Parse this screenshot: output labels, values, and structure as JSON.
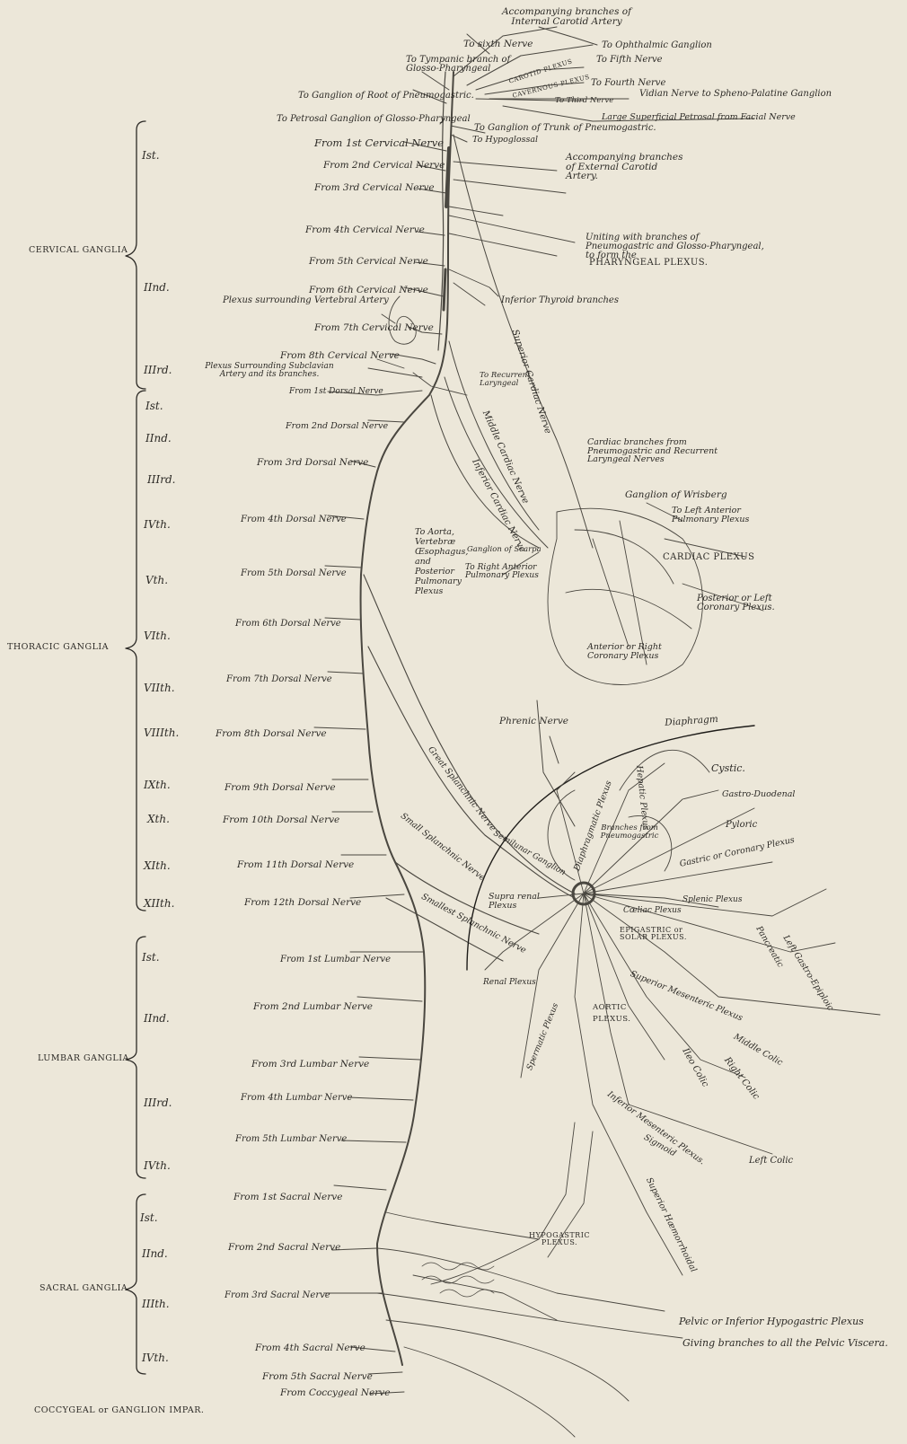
{
  "colors": {
    "paper": "#ece7d9",
    "ink": "#2c2a26",
    "nerve": "#4a4740"
  },
  "groups": {
    "cervical": "CERVICAL GANGLIA",
    "thoracic": "THORACIC GANGLIA",
    "lumbar": "LUMBAR GANGLIA",
    "sacral": "SACRAL GANGLIA",
    "coccygeal": "COCCYGEAL or GANGLION IMPAR."
  },
  "numerals": {
    "c1": "Ist.",
    "c2": "IInd.",
    "c3": "IIIrd.",
    "t1": "Ist.",
    "t2": "IInd.",
    "t3": "IIIrd.",
    "t4": "IVth.",
    "t5": "Vth.",
    "t6": "VIth.",
    "t7": "VIIth.",
    "t8": "VIIIth.",
    "t9": "IXth.",
    "t10": "Xth.",
    "t11": "XIth.",
    "t12": "XIIth.",
    "l1": "Ist.",
    "l2": "IInd.",
    "l3": "IIIrd.",
    "l4": "IVth.",
    "s1": "Ist.",
    "s2": "IInd.",
    "s3": "IIIth.",
    "s4": "IVth."
  },
  "spinal": {
    "c1": "From 1st Cervical Nerve",
    "c2": "From 2nd Cervical Nerve",
    "c3": "From 3rd Cervical Nerve",
    "c4": "From 4th Cervical Nerve",
    "c5": "From 5th Cervical Nerve",
    "c6": "From 6th Cervical Nerve",
    "c7": "From 7th Cervical Nerve",
    "c8": "From 8th Cervical Nerve",
    "d1": "From 1st Dorsal Nerve",
    "d2": "From 2nd Dorsal Nerve",
    "d3": "From 3rd Dorsal Nerve",
    "d4": "From 4th Dorsal Nerve",
    "d5": "From 5th Dorsal Nerve",
    "d6": "From 6th Dorsal Nerve",
    "d7": "From 7th Dorsal Nerve",
    "d8": "From 8th Dorsal Nerve",
    "d9": "From 9th Dorsal Nerve",
    "d10": "From 10th Dorsal Nerve",
    "d11": "From 11th Dorsal Nerve",
    "d12": "From 12th Dorsal Nerve",
    "l1": "From 1st Lumbar Nerve",
    "l2": "From 2nd Lumbar Nerve",
    "l3": "From 3rd Lumbar Nerve",
    "l4": "From 4th Lumbar Nerve",
    "l5": "From 5th Lumbar Nerve",
    "s1": "From 1st Sacral Nerve",
    "s2": "From 2nd Sacral Nerve",
    "s3": "From 3rd Sacral Nerve",
    "s4": "From 4th Sacral Nerve",
    "s5": "From 5th Sacral Nerve",
    "coc": "From Coccygeal Nerve"
  },
  "head": {
    "carotid_int": "Accompanying branches of Internal Carotid Artery",
    "sixth": "To sixth Nerve",
    "tympanic": "To Tympanic branch of Glosso-Pharyngeal",
    "ophthalmic": "To Ophthalmic Ganglion",
    "fifth": "To Fifth Nerve",
    "fourth": "To Fourth Nerve",
    "third": "To Third Nerve",
    "vidian": "Vidian Nerve to Spheno-Palatine Ganglion",
    "petrosal_large": "Large Superficial Petrosal from Facial Nerve",
    "carotid_plexus": "CAROTID PLEXUS",
    "cavernous_plexus": "CAVERNOUS PLEXUS",
    "root_pneumo": "To Ganglion of Root of Pneumogastric.",
    "petrosal_ganglion": "To Petrosal Ganglion of Glosso-Pharyngeal",
    "trunk_pneumo": "To Ganglion of Trunk of Pneumogastric.",
    "hypoglossal": "To Hypoglossal",
    "carotid_ext": "Accompanying branches of External Carotid Artery.",
    "pharyngeal_uniting": "Uniting with branches of Pneumogastric and Glosso-Pharyngeal, to form the",
    "pharyngeal_plexus": "PHARYNGEAL PLEXUS.",
    "vertebral": "Plexus surrounding Vertebral Artery",
    "inferior_thyroid": "Inferior Thyroid branches",
    "subclavian": "Plexus Surrounding Subclavian Artery and its branches."
  },
  "thorax": {
    "recurrent": "To Recurrent Laryngeal",
    "sup_cardiac": "Superior Cardiac Nerve",
    "mid_cardiac": "Middle Cardiac Nerve",
    "inf_cardiac": "Inferior Cardiac Nerve",
    "cardiac_branches": "Cardiac branches from Pneumogastric and Recurrent Laryngeal Nerves",
    "wrisberg": "Ganglion of Wrisberg",
    "left_pulm": "To Left Anterior Pulmonary Plexus",
    "cardiac_plexus": "CARDIAC PLEXUS",
    "aorta": "To Aorta, Vertebræ Œsophagus, and Posterior Pulmonary Plexus",
    "scarpa": "Ganglion of Scarpa",
    "right_pulm": "To Right Anterior Pulmonary Plexus",
    "posterior_coronary": "Posterior or Left Coronary Plexus.",
    "anterior_coronary": "Anterior or Right Coronary Plexus"
  },
  "abdomen": {
    "phrenic": "Phrenic Nerve",
    "diaphragm": "Diaphragm",
    "cystic": "Cystic.",
    "gastro_duodenal": "Gastro-Duodenal",
    "hepatic": "Hepatic Plexus",
    "pyloric": "Pyloric",
    "diaphragmatic": "Diaphragmatic Plexus",
    "branches_pneumo": "Branches from Pneumogastric",
    "gastric": "Gastric or Coronary Plexus",
    "semilunar": "Semilunar Ganglion",
    "great_splanchnic": "Great Splanchnic Nerve",
    "small_splanchnic": "Small Splanchnic Nerve",
    "smallest_splanchnic": "Smallest Splanchnic Nerve",
    "supra_renal": "Supra renal Plexus",
    "splenic": "Splenic Plexus",
    "coeliac": "Cœliac Plexus",
    "epigastric": "EPIGASTRIC or SOLAR PLEXUS.",
    "pancreatic": "Pancreatic",
    "left_gastro": "Left Gastro-Epiploic",
    "renal": "Renal Plexus",
    "spermatic": "Spermatic Plexus",
    "aortic": "AORTIC PLEXUS.",
    "sup_mesenteric": "Superior Mesenteric Plexus",
    "middle_colic": "Middle Colic",
    "ileo_colic": "Ileo Colic",
    "right_colic": "Right Colic",
    "inf_mesenteric": "Inferior Mesenteric Plexus.",
    "left_colic": "Left Colic",
    "sigmoid": "Sigmoid",
    "sup_haemorrhoidal": "Superior Hæmorrhoidal",
    "hypogastric": "HYPOGASTRIC PLEXUS.",
    "pelvic": "Pelvic or Inferior Hypogastric Plexus",
    "pelvic_viscera": "Giving branches to all the Pelvic Viscera."
  }
}
